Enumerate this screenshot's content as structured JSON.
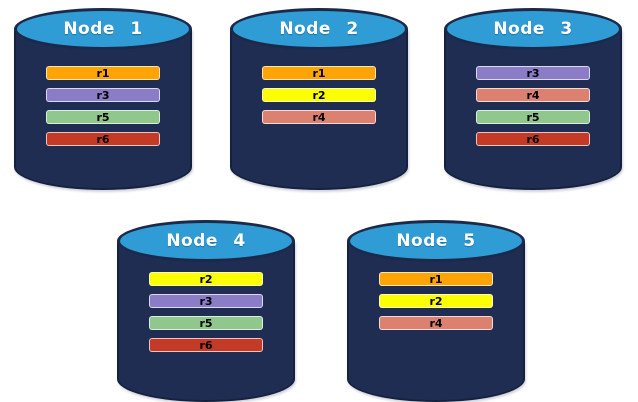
{
  "canvas": {
    "background": "#ffffff"
  },
  "palette": {
    "cylinder_body": "#1e2d51",
    "cylinder_outline": "#15223f",
    "cylinder_top_fill": "#2f9cd6",
    "node_label_color": "#ffffff",
    "record_label_color": "#000000",
    "record_colors": {
      "r1": "#ffa405",
      "r2": "#fcff00",
      "r3": "#8a7cc7",
      "r4": "#dc8070",
      "r5": "#8fc78d",
      "r6": "#c33a27"
    }
  },
  "nodes": [
    {
      "label": "Node 1",
      "records": [
        "r1",
        "r3",
        "r5",
        "r6"
      ]
    },
    {
      "label": "Node 2",
      "records": [
        "r1",
        "r2",
        "r4"
      ]
    },
    {
      "label": "Node 3",
      "records": [
        "r3",
        "r4",
        "r5",
        "r6"
      ]
    },
    {
      "label": "Node 4",
      "records": [
        "r2",
        "r3",
        "r5",
        "r6"
      ]
    },
    {
      "label": "Node 5",
      "records": [
        "r1",
        "r2",
        "r4"
      ]
    }
  ]
}
